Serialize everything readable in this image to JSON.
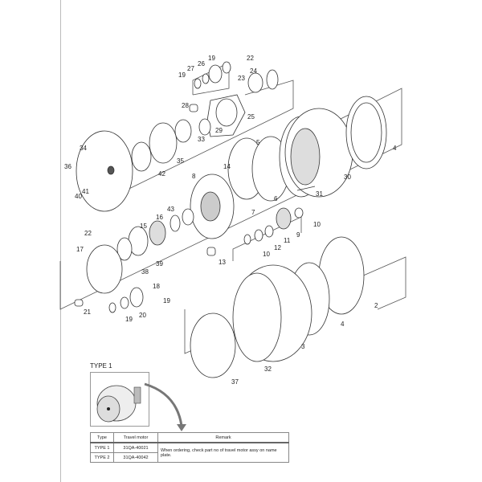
{
  "callouts": [
    "19",
    "22",
    "26",
    "27",
    "19",
    "24",
    "23",
    "28",
    "25",
    "29",
    "33",
    "35",
    "34",
    "36",
    "42",
    "41",
    "40",
    "5",
    "4",
    "30",
    "8",
    "14",
    "6",
    "31",
    "7",
    "10",
    "43",
    "16",
    "15",
    "9",
    "11",
    "12",
    "22",
    "17",
    "39",
    "13",
    "10",
    "38",
    "18",
    "19",
    "20",
    "21",
    "19",
    "2",
    "4",
    "3",
    "32",
    "37"
  ],
  "inset": {
    "title": "TYPE 1"
  },
  "table": {
    "headers": [
      "Type",
      "Travel motor",
      "Remark"
    ],
    "rows": [
      {
        "type": "TYPE 1",
        "motor": "31QA-40021"
      },
      {
        "type": "TYPE 2",
        "motor": "31QA-40042"
      }
    ],
    "remark": "When ordering, check part no of travel motor assy on name plate."
  }
}
